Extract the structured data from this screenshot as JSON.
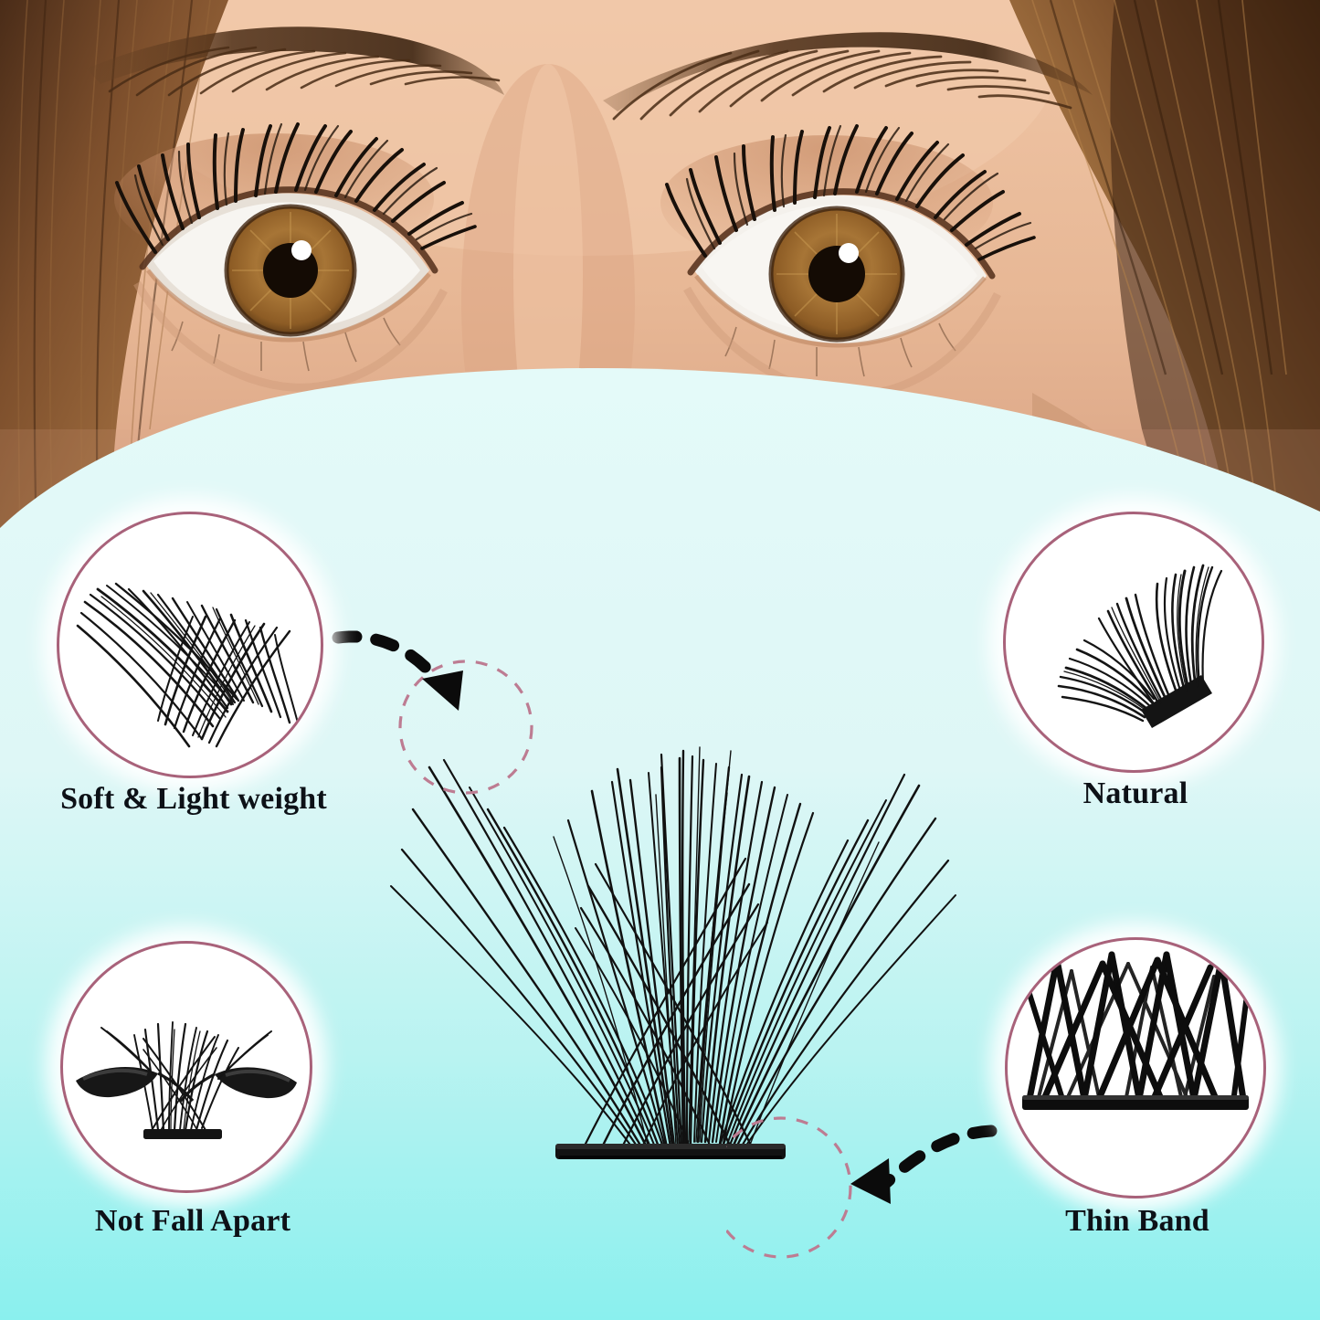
{
  "page": {
    "type": "product-infographic",
    "product": "eyelash-cluster",
    "background_top_color": "#e4faf9",
    "background_bottom_color": "#8af0ee",
    "accent_color": "#a8627a",
    "label_color": "#0d1117",
    "lash_color": "#111111"
  },
  "hero_photo": {
    "name": "model-eyes-closeup",
    "description": "close-up of a woman's eyes wearing volume lash extensions",
    "skin_color": "#e8b895",
    "hair_color": "#6b4326",
    "iris_color": "#9a6a31",
    "brow_color": "#5a3a22"
  },
  "features": [
    {
      "id": "soft-light-weight",
      "label": "Soft & Light weight",
      "icon": "lash-fibers-closeup",
      "position": "top-left"
    },
    {
      "id": "natural",
      "label": "Natural",
      "icon": "lash-cluster-side",
      "position": "top-right"
    },
    {
      "id": "not-fall-apart",
      "label": "Not Fall Apart",
      "icon": "tweezers-holding-lash",
      "position": "bottom-left"
    },
    {
      "id": "thin-band",
      "label": "Thin Band",
      "icon": "lash-band-closeup",
      "position": "bottom-right"
    }
  ],
  "callouts": [
    {
      "id": "callout-tips",
      "target": "lash-tips",
      "marker": "pink-dashed-circle",
      "arrow": "black-dashed-arrow-down",
      "links_feature": "soft-light-weight"
    },
    {
      "id": "callout-band",
      "target": "lash-band",
      "marker": "pink-dashed-circle",
      "arrow": "black-dashed-arrow-left",
      "links_feature": "thin-band"
    }
  ]
}
